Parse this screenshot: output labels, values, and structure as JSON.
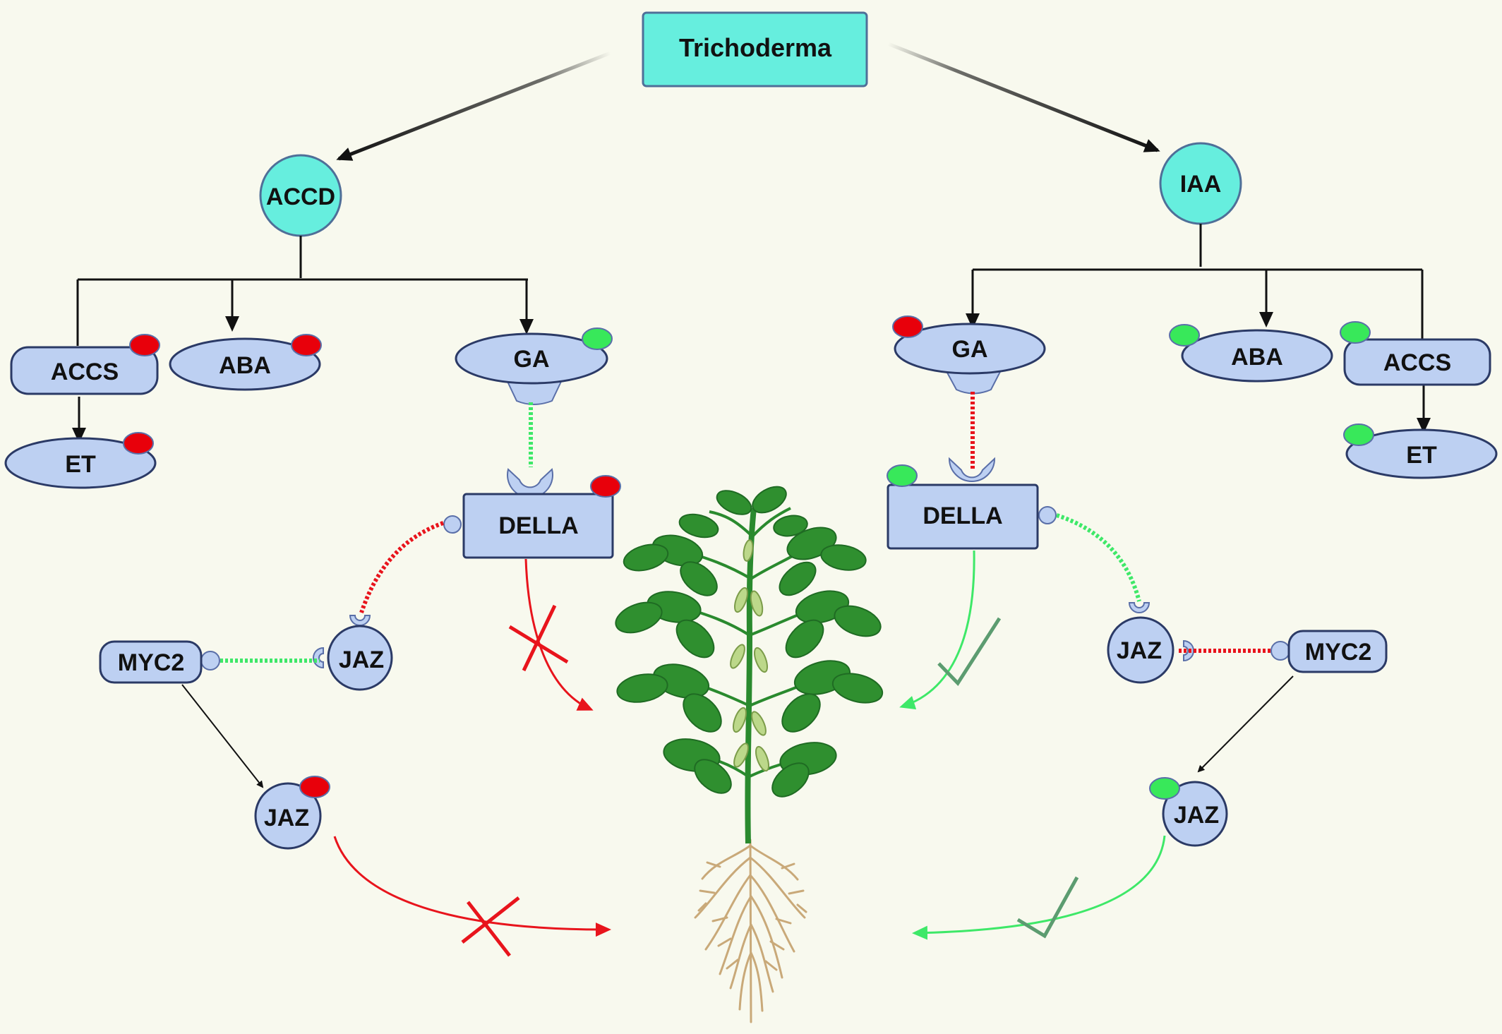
{
  "title": "Trichoderma",
  "left": {
    "root": "ACCD",
    "accs": "ACCS",
    "aba": "ABA",
    "ga": "GA",
    "et": "ET",
    "della": "DELLA",
    "jaz_bound": "JAZ",
    "myc2": "MYC2",
    "jaz_expressed": "JAZ"
  },
  "right": {
    "root": "IAA",
    "ga": "GA",
    "aba": "ABA",
    "accs": "ACCS",
    "et": "ET",
    "della": "DELLA",
    "jaz_bound": "JAZ",
    "myc2": "MYC2",
    "jaz_expressed": "JAZ"
  },
  "colors": {
    "background": "#f8f9ee",
    "node_fill": "#bdd0f2",
    "node_stroke": "#2b3a66",
    "teal": "#66eede",
    "down_marker": "#e8000b",
    "up_marker": "#38e85a",
    "inhibit": "#e8141c",
    "promote": "#3ee868",
    "check_mark": "#5c9c70"
  }
}
